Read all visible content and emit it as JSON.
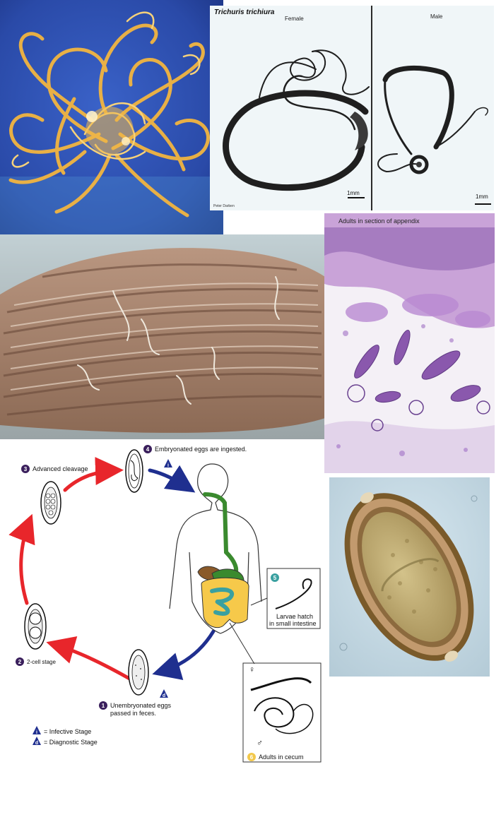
{
  "photo_worms_blue": {},
  "micrograph_adults": {
    "species": "Trichuris trichiura",
    "female_label": "Female",
    "male_label": "Male",
    "scale_female": "1mm",
    "scale_male": "1mm",
    "credit": "Peter Darben"
  },
  "photo_intestine": {},
  "histology": {
    "caption": "Adults in section of appendix"
  },
  "egg_micrograph": {},
  "life_cycle": {
    "stages": [
      {
        "number": "1",
        "text_line1": "Unembryonated eggs",
        "text_line2": "passed in feces."
      },
      {
        "number": "2",
        "text_line1": "2-cell stage"
      },
      {
        "number": "3",
        "text_line1": "Advanced cleavage"
      },
      {
        "number": "4",
        "text_line1": "Embryonated eggs are ingested."
      },
      {
        "number": "5",
        "text_line1": "Larvae hatch",
        "text_line2": "in small intestine"
      },
      {
        "number": "6",
        "text_line1": "Adults in cecum"
      }
    ],
    "legend": [
      {
        "badge": "i",
        "text": "= Infective Stage"
      },
      {
        "badge": "d",
        "text": "= Diagnostic Stage"
      }
    ],
    "female_symbol": "♀",
    "male_symbol": "♂",
    "colors": {
      "stage_circle": "#3a1f5c",
      "stage_circle_5": "#3aa0a0",
      "stage_circle_6": "#f2c84b",
      "red_arrow": "#e8262b",
      "blue_arrow": "#1f2f8f",
      "esophagus": "#3a8a2e",
      "liver": "#8a5a2a",
      "intestine_teal": "#3aa0a0",
      "colon_yellow": "#f6c94a"
    }
  }
}
